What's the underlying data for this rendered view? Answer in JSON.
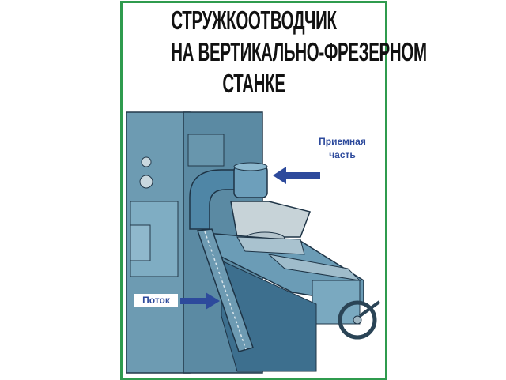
{
  "title": {
    "lines": [
      "СТРУЖКООТВОДЧИК",
      "НА ВЕРТИКАЛЬНО-ФРЕЗЕРНОМ",
      "СТАНКЕ"
    ]
  },
  "labels": {
    "receiving_part": {
      "line1": "Приемная",
      "line2": "часть"
    },
    "flow": "Поток"
  },
  "colors": {
    "frame": "#2f9b4e",
    "label": "#2d4a9c",
    "machine": "#5f8ea6"
  }
}
